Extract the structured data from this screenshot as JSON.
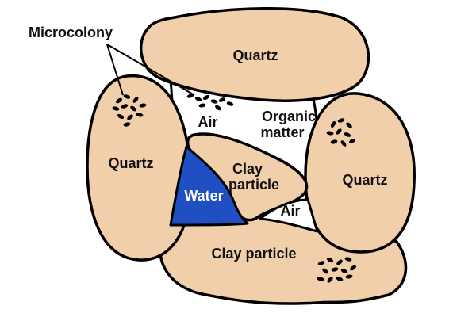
{
  "colors": {
    "grain_fill": "#f1cfaa",
    "pore_fill": "#ffffff",
    "water_fill": "#1f4fc2",
    "outline": "#000000"
  },
  "labels": {
    "microcolony": "Microcolony",
    "quartz_top": "Quartz",
    "quartz_left": "Quartz",
    "quartz_right": "Quartz",
    "air_upper": "Air",
    "air_lower": "Air",
    "organic_line1": "Organic",
    "organic_line2": "matter",
    "clay_small_line1": "Clay",
    "clay_small_line2": "particle",
    "water": "Water",
    "clay_bottom": "Clay particle"
  }
}
